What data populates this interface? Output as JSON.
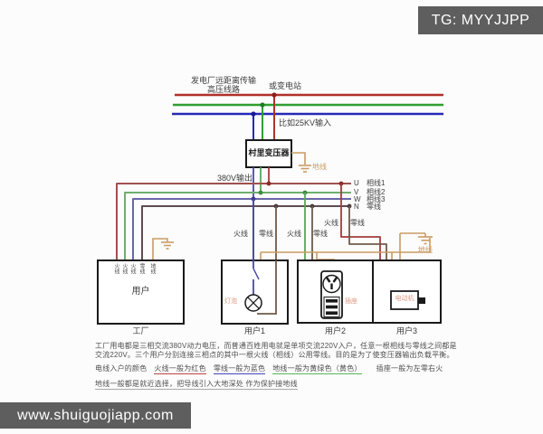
{
  "watermarks": {
    "top_right": "TG: MYYJJPP",
    "bottom_left": "www.shuiguojiapp.com"
  },
  "diagram": {
    "hv": {
      "source_line1": "发电厂远距离传输",
      "source_line2": "高压线路",
      "substation": "或变电站",
      "input_note": "比如25KV输入"
    },
    "transformer": {
      "label": "村里变压器",
      "output_note": "380V输出"
    },
    "bus": {
      "u": "U",
      "v": "V",
      "w": "W",
      "n": "N",
      "phase1": "相线1",
      "phase2": "相线2",
      "phase3": "相线3",
      "neutral": "零线"
    },
    "drops": {
      "live": "火线",
      "neutral": "零线",
      "earth": "地线"
    },
    "factory": {
      "title": "用户",
      "caption": "工厂",
      "wire_labels": [
        "火线",
        "火线",
        "火线",
        "零线",
        "地线"
      ]
    },
    "user1": {
      "caption": "用户1",
      "device": "灯泡"
    },
    "user2": {
      "caption": "用户2",
      "device": "插座"
    },
    "user3": {
      "caption": "用户3",
      "device": "电动机"
    }
  },
  "notes": {
    "para1": "工厂用电都是三相交流380V动力电压，而普通百姓用电就是单项交流220V入户，任意一根相线与零线之间都是",
    "para2": "交流220V。三个用户分别连接三相点的其中一根火线（相线）公用零线。目的是为了使变压器输出负载平衡。",
    "colors_intro": "电线入户的颜色",
    "live_note": "火线一般为红色",
    "neutral_note": "零线一般为蓝色",
    "earth_note": "地线一般为黄绿色（黄色）",
    "socket_note": "插座一般为左零右火",
    "ground_note": "地线一般都是就近选择，把导线引入大地深处 作为保护接地线"
  },
  "palette": {
    "hv_red": "#b03028",
    "hv_green": "#2f9e2f",
    "hv_blue": "#2828b8",
    "bus_u": "#a05050",
    "bus_v": "#6fae6f",
    "bus_w": "#6868a8",
    "bus_n": "#5f4b52",
    "drop_live_user1": "#4a4aa0",
    "drop_live_user2": "#58a858",
    "drop_live_user3": "#a43a3a",
    "drop_neutral": "#6f5b49",
    "earth_wire": "#c99b63",
    "device_label": "#dd9a82",
    "watermark_bg": "#5e5e5e"
  }
}
